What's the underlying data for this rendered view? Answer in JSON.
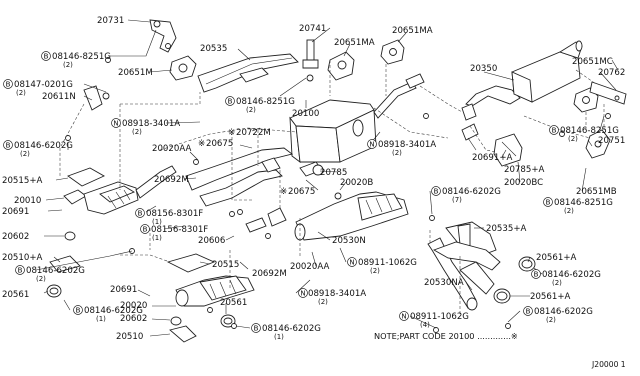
{
  "labels": {
    "p20731": "20731",
    "p08146_8251g_a": "08146-8251G",
    "p08146_8251g_a_q": "(2)",
    "p20651m": "20651M",
    "p20535": "20535",
    "p20741": "20741",
    "p20651ma_a": "20651MA",
    "p20651ma_b": "20651MA",
    "p08147_0201g": "08147-0201G",
    "p08147_0201g_q": "(2)",
    "p20611n": "20611N",
    "p08146_8251g_b": "08146-8251G",
    "p08146_8251g_b_q": "(2)",
    "p20100": "20100",
    "p20350": "20350",
    "p20651mc": "20651MC",
    "p20762": "20762",
    "p08918_3401a_a": "08918-3401A",
    "p08918_3401a_a_q": "(2)",
    "p20722m": "20722M",
    "p08918_3401a_b": "08918-3401A",
    "p08918_3401a_b_q": "(2)",
    "p08146_8251g_c": "08146-8251G",
    "p08146_8251g_c_q": "(2)",
    "p20751": "20751",
    "p08146_6202g_a": "08146-6202G",
    "p08146_6202g_a_q": "(2)",
    "p20020aa_a": "20020AA",
    "p20675_a": "20675",
    "p20691_a_plus": "20691+A",
    "p20785_plus": "20785+A",
    "p20515_plus": "20515+A",
    "p20692m_a": "20692M",
    "p20785": "20785",
    "p20020b": "20020B",
    "p20020bc": "20020BC",
    "p20675_b": "20675",
    "p20010": "20010",
    "p20691_b": "20691",
    "p08156_8301f_a": "08156-8301F",
    "p08156_8301f_a_q": "(1)",
    "p08146_6202g_b": "08146-6202G",
    "p08146_6202g_b_q": "(7)",
    "p20651mb": "20651MB",
    "p08146_8251g_d": "08146-8251G",
    "p08146_8251g_d_q": "(2)",
    "p08156_8301f_b": "08156-8301F",
    "p08156_8301f_b_q": "(1)",
    "p20602_a": "20602",
    "p20606": "20606",
    "p20530n": "20530N",
    "p20535_plus": "20535+A",
    "p20510_plus": "20510+A",
    "p20515": "20515",
    "p20692m_b": "20692M",
    "p20020aa_b": "20020AA",
    "p08911_1062g_a": "08911-1062G",
    "p08911_1062g_a_q": "(2)",
    "p20561_a_plus": "20561+A",
    "p08146_6202g_c": "08146-6202G",
    "p08146_6202g_c_q": "(2)",
    "p08146_6202g_d": "08146-6202G",
    "p08146_6202g_d_q": "(2)",
    "p20561_b": "20561",
    "p08146_6202g_e": "08146-6202G",
    "p08146_6202g_e_q": "(1)",
    "p20691_c": "20691",
    "p08918_3401a_c": "08918-3401A",
    "p08918_3401a_c_q": "(2)",
    "p20530na": "20530NA",
    "p20561_b_plus": "20561+A",
    "p20020_c": "20020",
    "p20602_b": "20602",
    "p20561_c": "20561",
    "p08911_1062g_b": "08911-1062G",
    "p08911_1062g_b_q": "(4)",
    "p08146_6202g_f": "08146-6202G",
    "p08146_6202g_f_q": "(2)",
    "p20510": "20510",
    "p08146_6202g_g": "08146-6202G",
    "p08146_6202g_g_q": "(1)",
    "note": "NOTE;PART CODE 20100 .............※",
    "diagram_code": "J20000 1"
  },
  "symbols": {
    "bolt_letter": "B",
    "nut_letter": "N",
    "star": "※"
  }
}
